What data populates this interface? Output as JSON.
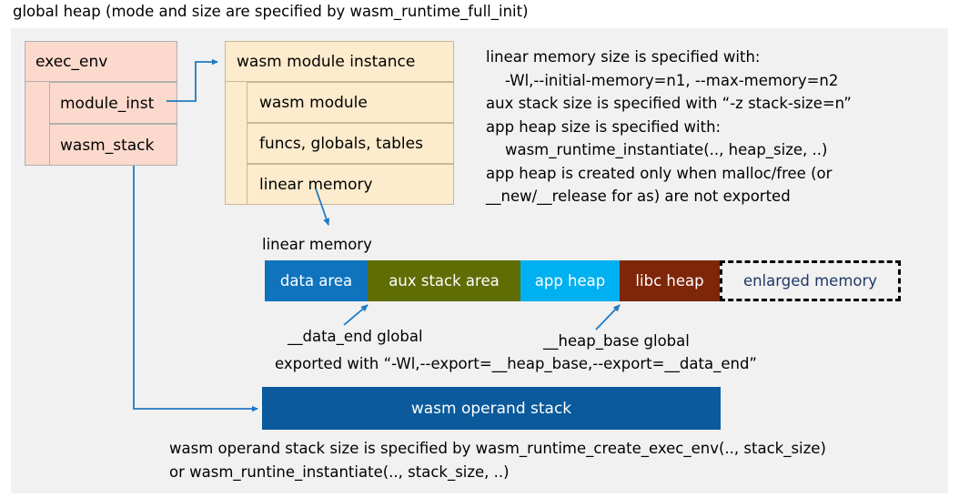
{
  "title": "global heap (mode and size are specified by wasm_runtime_full_init)",
  "exec_env": {
    "header": "exec_env",
    "rows": [
      {
        "label": "module_inst"
      },
      {
        "label": "wasm_stack"
      }
    ]
  },
  "module_instance": {
    "header": "wasm module instance",
    "rows": [
      {
        "label": "wasm module"
      },
      {
        "label": "funcs, globals, tables"
      },
      {
        "label": "linear memory"
      }
    ]
  },
  "notes": {
    "text": "linear memory size is specified with:\n    -Wl,--initial-memory=n1, --max-memory=n2\naux stack size is specified with “-z stack-size=n”\napp heap size is specified with:\n    wasm_runtime_instantiate(.., heap_size, ..)\napp heap is created only when malloc/free (or\n__new/__release for as) are not exported"
  },
  "linear_memory": {
    "caption": "linear memory",
    "segments": [
      {
        "label": "data area",
        "color": "#0f73bd"
      },
      {
        "label": "aux stack area",
        "color": "#5f6d05"
      },
      {
        "label": "app heap",
        "color": "#00b0f0"
      },
      {
        "label": "libc heap",
        "color": "#7e2608"
      },
      {
        "label": "enlarged memory",
        "color": "#f1f1f1"
      }
    ],
    "annotations": {
      "data_end": "__data_end global",
      "heap_base": "__heap_base global",
      "exported": "exported with “-Wl,--export=__heap_base,--export=__data_end”"
    }
  },
  "operand_stack": {
    "label": "wasm operand stack",
    "color": "#0a5a9c",
    "note": "wasm operand stack size is specified by wasm_runtime_create_exec_env(.., stack_size)\nor wasm_runtine_instantiate(.., stack_size, ..)"
  },
  "connector_color": "#1f7ac4"
}
